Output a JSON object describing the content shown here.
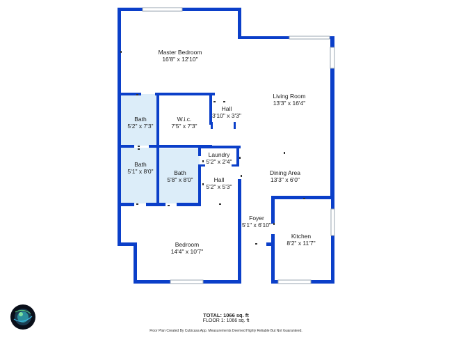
{
  "rooms": {
    "master_bedroom": {
      "name": "Master Bedroom",
      "dims": "16'8\" x 12'10\""
    },
    "living_room": {
      "name": "Living Room",
      "dims": "13'3\" x 16'4\""
    },
    "bath_upper": {
      "name": "Bath",
      "dims": "5'2\" x 7'3\""
    },
    "wic": {
      "name": "W.i.c.",
      "dims": "7'5\" x 7'3\""
    },
    "hall_upper": {
      "name": "Hall",
      "dims": "3'10\" x 3'3\""
    },
    "laundry": {
      "name": "Laundry",
      "dims": "5'2\" x 2'4\""
    },
    "bath_left": {
      "name": "Bath",
      "dims": "5'1\" x 8'0\""
    },
    "bath_mid": {
      "name": "Bath",
      "dims": "5'8\" x 8'0\""
    },
    "hall_lower": {
      "name": "Hall",
      "dims": "5'2\" x 5'3\""
    },
    "dining_area": {
      "name": "Dining Area",
      "dims": "13'3\" x 6'0\""
    },
    "foyer": {
      "name": "Foyer",
      "dims": "5'1\" x 6'10\""
    },
    "kitchen": {
      "name": "Kitchen",
      "dims": "8'2\" x 11'7\""
    },
    "bedroom": {
      "name": "Bedroom",
      "dims": "14'4\" x 10'7\""
    }
  },
  "footer": {
    "total": "TOTAL: 1066 sq. ft",
    "floor": "FLOOR 1: 1066 sq. ft",
    "credit": "Floor Plan Created By Cubicasa App. Measurements Deemed Highly Reliable But Not Guaranteed."
  },
  "colors": {
    "wall": "#0b3fc9",
    "bath_fill": "#dcedf9",
    "window": "#9aa6b2"
  },
  "icons": {
    "logo": "cubicasa-logo-icon"
  }
}
